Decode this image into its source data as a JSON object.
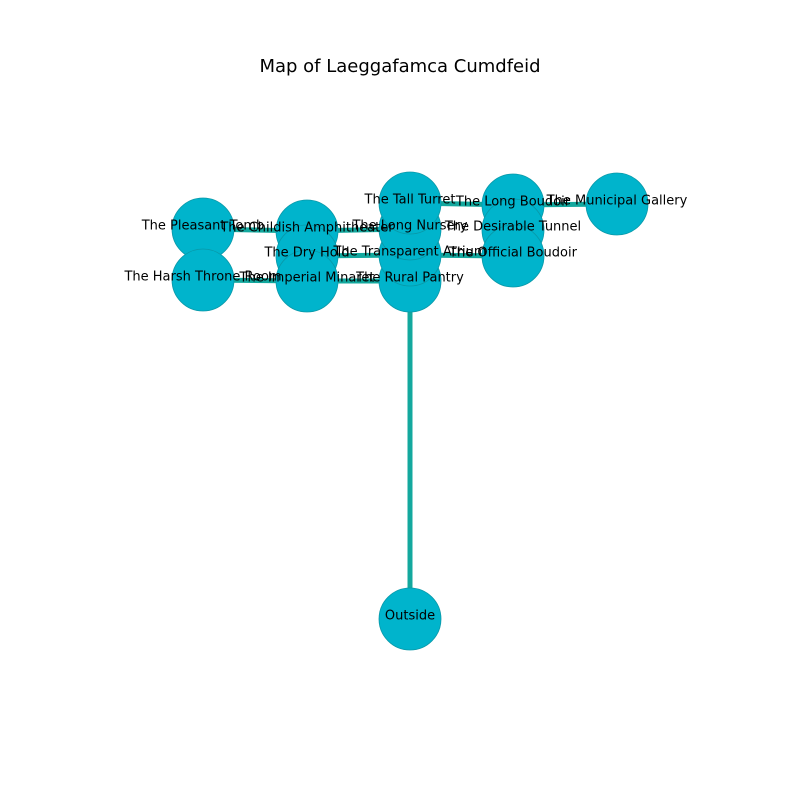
{
  "title": "Map of Laeggafamca Cumdfeid",
  "colors": {
    "node_fill": "#00b4cc",
    "node_stroke": "#0898a8",
    "edge": "#13a89e"
  },
  "rooms": [
    {
      "id": "outside",
      "name": "Outside"
    },
    {
      "id": "rural-pantry",
      "name": "The Rural Pantry"
    },
    {
      "id": "transparent-atrium",
      "name": "The Transparent Atrium"
    },
    {
      "id": "long-nursery",
      "name": "The Long Nursery"
    },
    {
      "id": "tall-turret",
      "name": "The Tall Turret"
    },
    {
      "id": "long-boudoir",
      "name": "The Long Boudoir"
    },
    {
      "id": "desirable-tunnel",
      "name": "The Desirable Tunnel"
    },
    {
      "id": "official-boudoir",
      "name": "The Official Boudoir"
    },
    {
      "id": "municipal-gallery",
      "name": "The Municipal Gallery"
    },
    {
      "id": "childish-amphitheater",
      "name": "The Childish Amphitheater"
    },
    {
      "id": "dry-hold",
      "name": "The Dry Hold"
    },
    {
      "id": "imperial-minaret",
      "name": "The Imperial Minaret"
    },
    {
      "id": "pleasant-tomb",
      "name": "The Pleasant Tomb"
    },
    {
      "id": "harsh-throne-room",
      "name": "The Harsh Throne Room"
    }
  ],
  "connections": [
    [
      "outside",
      "rural-pantry"
    ],
    [
      "rural-pantry",
      "transparent-atrium"
    ],
    [
      "transparent-atrium",
      "long-nursery"
    ],
    [
      "long-nursery",
      "tall-turret"
    ],
    [
      "tall-turret",
      "long-boudoir"
    ],
    [
      "long-boudoir",
      "municipal-gallery"
    ],
    [
      "long-boudoir",
      "desirable-tunnel"
    ],
    [
      "desirable-tunnel",
      "official-boudoir"
    ],
    [
      "transparent-atrium",
      "official-boudoir"
    ],
    [
      "long-nursery",
      "childish-amphitheater"
    ],
    [
      "childish-amphitheater",
      "pleasant-tomb"
    ],
    [
      "transparent-atrium",
      "dry-hold"
    ],
    [
      "dry-hold",
      "childish-amphitheater"
    ],
    [
      "rural-pantry",
      "imperial-minaret"
    ],
    [
      "imperial-minaret",
      "harsh-throne-room"
    ],
    [
      "dry-hold",
      "imperial-minaret"
    ]
  ]
}
